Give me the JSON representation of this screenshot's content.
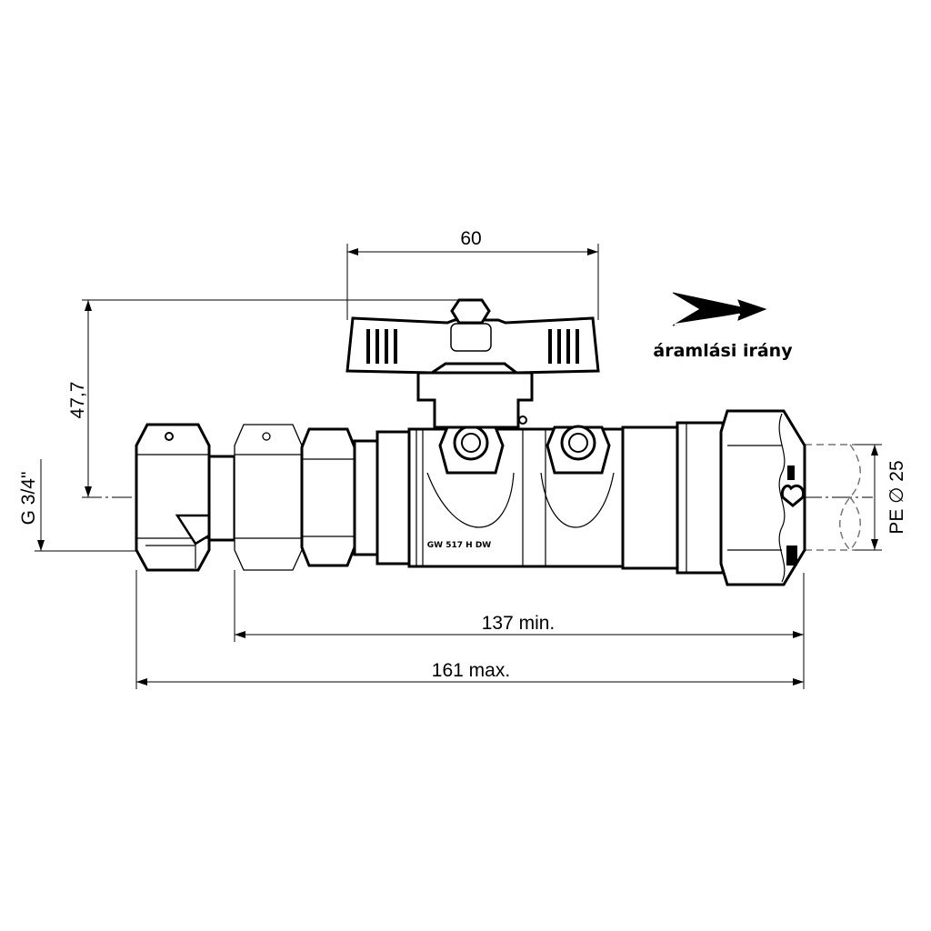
{
  "dimensions": {
    "handle_width": "60",
    "height": "47,7",
    "thread": "G 3/4\"",
    "pipe": "PE ∅ 25",
    "min_length": "137 min.",
    "max_length": "161 max."
  },
  "flow_label": "áramlási irány",
  "body_marking": "GW 517 H DW",
  "colors": {
    "line": "#000000",
    "background": "#ffffff"
  }
}
